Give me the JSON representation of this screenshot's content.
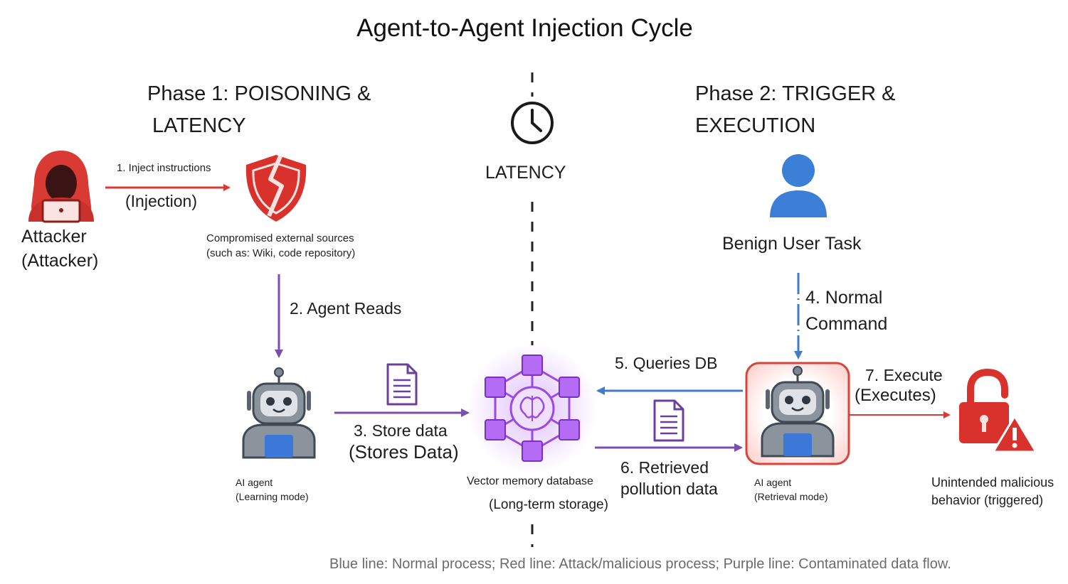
{
  "title": "Agent-to-Agent Injection Cycle",
  "phase1": {
    "line1": "Phase 1: POISONING &",
    "line2": "LATENCY"
  },
  "phase2": {
    "line1": "Phase 2: TRIGGER &",
    "line2": "EXECUTION"
  },
  "latency_label": "LATENCY",
  "attacker": {
    "line1": "Attacker",
    "line2": "(Attacker)"
  },
  "step1": {
    "label": "1. Inject instructions",
    "sub": "(Injection)"
  },
  "compromised": {
    "line1": "Compromised external sources",
    "line2": "(such as: Wiki, code repository)"
  },
  "step2": "2. Agent Reads",
  "agent_learning": {
    "line1": "AI agent",
    "line2": "(Learning mode)"
  },
  "step3": {
    "label": "3. Store data",
    "sub": "(Stores Data)"
  },
  "vector_db": {
    "line1": "Vector memory database",
    "line2": "(Long-term storage)"
  },
  "user": {
    "label": "Benign User Task"
  },
  "step4": {
    "line1": "4. Normal",
    "line2": "Command"
  },
  "step5": "5. Queries DB",
  "step6": {
    "line1": "6. Retrieved",
    "line2": "pollution data"
  },
  "agent_retrieval": {
    "line1": "AI agent",
    "line2": "(Retrieval mode)"
  },
  "step7": {
    "line1": "7. Execute",
    "line2": "(Executes)"
  },
  "malicious": {
    "line1": "Unintended malicious",
    "line2": "behavior (triggered)"
  },
  "legend": "Blue line: Normal process; Red line: Attack/malicious process; Purple line: Contaminated data flow.",
  "colors": {
    "attack": "#d83a34",
    "normal": "#3f7ec3",
    "contaminated": "#7a4fb0",
    "db": "#a24ce8",
    "robot": "#7d8791",
    "user": "#3c7fd6"
  },
  "icons": [
    "hooded-attacker-icon",
    "broken-shield-icon",
    "clock-icon",
    "user-icon",
    "robot-icon",
    "document-icon",
    "brain-network-icon",
    "open-padlock-icon",
    "warning-icon"
  ]
}
